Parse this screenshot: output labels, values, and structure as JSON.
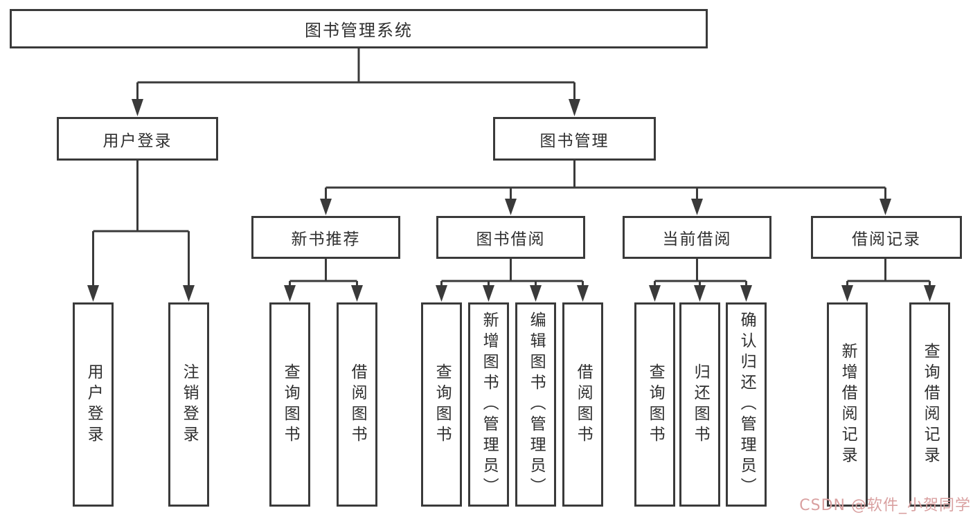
{
  "tree": {
    "root": "图书管理系统",
    "children": [
      {
        "label": "用户登录",
        "children": [
          "用户登录",
          "注销登录"
        ]
      },
      {
        "label": "图书管理",
        "children": [
          {
            "label": "新书推荐",
            "children": [
              "查询图书",
              "借阅图书"
            ]
          },
          {
            "label": "图书借阅",
            "children": [
              "查询图书",
              "新增图书（管理员）",
              "编辑图书（管理员）",
              "借阅图书"
            ]
          },
          {
            "label": "当前借阅",
            "children": [
              "查询图书",
              "归还图书",
              "确认归还（管理员）"
            ]
          },
          {
            "label": "借阅记录",
            "children": [
              "新增借阅记录",
              "查询借阅记录"
            ]
          }
        ]
      }
    ]
  },
  "watermark": {
    "text": "CSDN @软件_小贺同学",
    "color": "#d9a0a0"
  },
  "colors": {
    "line": "#3a3a3a",
    "box_border": "#3a3a3a",
    "box_fill": "#ffffff",
    "text": "#2f2f2f",
    "background": "#ffffff"
  }
}
